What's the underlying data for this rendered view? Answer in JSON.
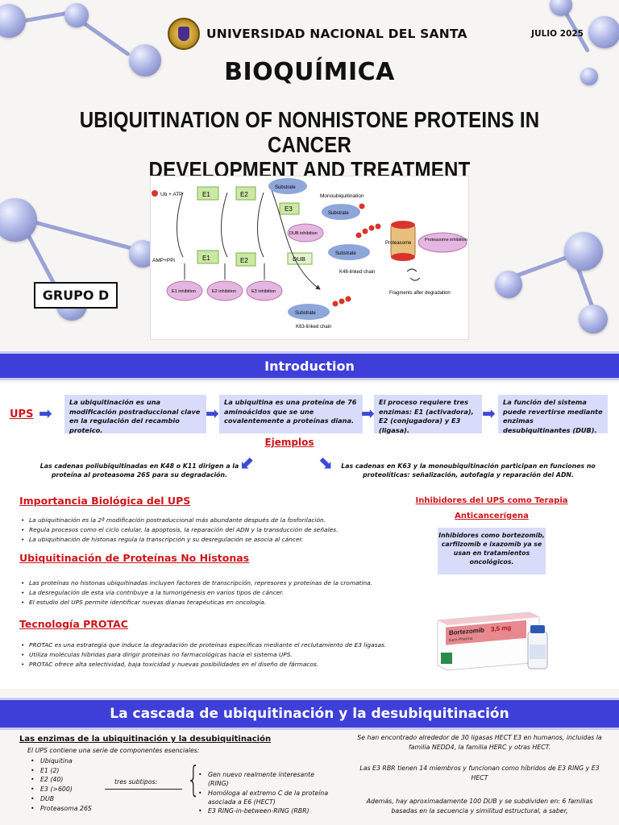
{
  "header": {
    "university": "UNIVERSIDAD NACIONAL DEL SANTA",
    "date": "JULIO 2025",
    "subject": "BIOQUÍMICA",
    "title_line1": "UBIQUITINATION OF NONHISTONE PROTEINS IN CANCER",
    "title_line2": "DEVELOPMENT AND TREATMENT",
    "group": "GRUPO D"
  },
  "figure": {
    "ub_atp": "Ub + ATP",
    "amp_ppi": "AMP+PPi",
    "e1": "E1",
    "e2": "E2",
    "e3": "E3",
    "substrate": "Substrate",
    "monoubiquitination": "Monoubiquitination",
    "dub": "DUB",
    "dub_inhibition": "DUB inhibition",
    "proteasome": "Proteasome",
    "proteasome_inhibition": "Proteasome inhibition",
    "e1_inhibition": "E1 inhibition",
    "e2_inhibition": "E2 inhibition",
    "e3_inhibition": "E3 inhibition",
    "k48": "K48-linked chain",
    "k63": "K63-linked chain",
    "fragments": "Fragments after degradation",
    "ub": "Ub"
  },
  "introduction": {
    "banner": "Introduction",
    "ups_label": "UPS",
    "boxes": [
      "La ubiquitinación es una modificación postraduccional clave en la regulación del recambio proteico.",
      "La ubiquitina es una proteína de 76 aminoácidos que se une covalentemente a proteínas diana.",
      "El proceso requiere tres enzimas: E1 (activadora), E2 (conjugadora) y E3 (ligasa).",
      "La función del sistema puede revertirse mediante enzimas desubiquitinantes (DUB)."
    ],
    "examples_title": "Ejemplos",
    "example_left": "Las cadenas poliubiquitinadas en K48 o K11 dirigen a la proteína al proteasoma 26S para su degradación.",
    "example_right": "Las cadenas en K63 y la monoubiquitinación participan en funciones no proteolíticas: señalización, autofagia y reparación del ADN."
  },
  "importancia": {
    "title": "Importancia Biológica del UPS",
    "items": [
      "La ubiquitinación es la 2ª modificación postraduccional más abundante después de la fosforilación.",
      "Regula procesos como el ciclo celular, la apoptosis, la reparación del ADN y la transducción de señales.",
      "La ubiquitinación de histonas regula la transcripción y su desregulación se asocia al cáncer."
    ]
  },
  "nohistonas": {
    "title": "Ubiquitinación de Proteínas No Histonas",
    "items": [
      "Las proteínas no histonas ubiquitinadas incluyen factores de transcripción, represores y proteínas de la cromatina.",
      "La desregulación de esta vía contribuye a la tumorigénesis en varios tipos de cáncer.",
      "El estudio del UPS permite identificar nuevas dianas terapéuticas en oncología."
    ]
  },
  "protac": {
    "title": "Tecnología PROTAC",
    "items": [
      "PROTAC es una estrategia que induce la degradación de proteínas específicas mediante el reclutamiento de E3 ligasas.",
      "Utiliza moléculas híbridas para dirigir proteínas no farmacológicas hacia el sistema UPS.",
      "PROTAC ofrece alta selectividad, baja toxicidad y nuevas posibilidades en el diseño de fármacos."
    ]
  },
  "inhibidores": {
    "title_line1": "Inhibidores del UPS como Terapia",
    "title_line2": "Anticancerígena",
    "text": "Inhibidores como bortezomib, carfilzomib e ixazomib ya se usan en tratamientos oncológicos.",
    "drug_name": "Bortezomib",
    "drug_dose": "3,5 mg",
    "drug_brand": "Kern Pharma"
  },
  "cascada": {
    "banner": "La cascada de ubiquitinación y la desubiquitinación",
    "enz_title": "Las enzimas de la ubiquitinación y la desubiquitinación",
    "enz_intro": "El UPS contiene una serie de componentes esenciales:",
    "components": [
      "Ubiquitina",
      "E1 (2)",
      "E2 (40)",
      "E3 (>600)",
      "DUB",
      "Proteasoma 26S"
    ],
    "tres": "tres subtipos:",
    "subtypes": [
      "Gen nuevo realmente interesante (RING)",
      "Homóloga al extremo C de la proteína asociada a E6 (HECT)",
      "E3 RING-in-between-RING (RBR)"
    ],
    "right_p1": "Se han encontrado alrededor de 30 ligasas HECT E3 en humanos, incluidas la familia NEDD4, la familia HERC y otras HECT.",
    "right_p2": "Las E3 RBR tienen 14 miembros y funcionan como híbridos de E3 RING y E3 HECT",
    "right_p3": "Además, hay aproximadamente 100 DUB y se subdividen en: 6 familias basadas en la secuencia y similitud estructural, a saber,"
  }
}
